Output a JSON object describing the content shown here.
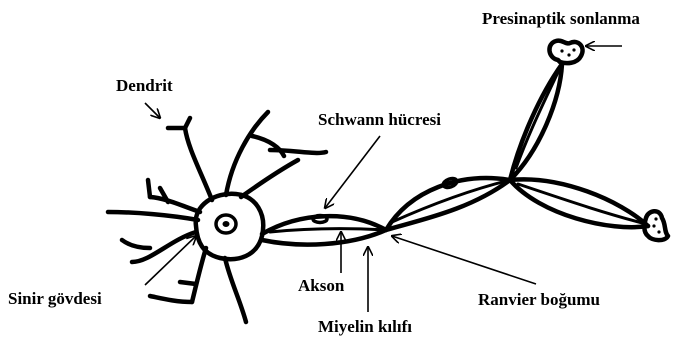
{
  "labels": {
    "presinaptik": "Presinaptik sonlanma",
    "dendrit": "Dendrit",
    "schwann": "Schwann hücresi",
    "sinir_govdesi": "Sinir gövdesi",
    "akson": "Akson",
    "ranvier": "Ranvier boğumu",
    "miyelin": "Miyelin kılıfı"
  },
  "colors": {
    "ink": "#000000",
    "background": "#ffffff"
  }
}
